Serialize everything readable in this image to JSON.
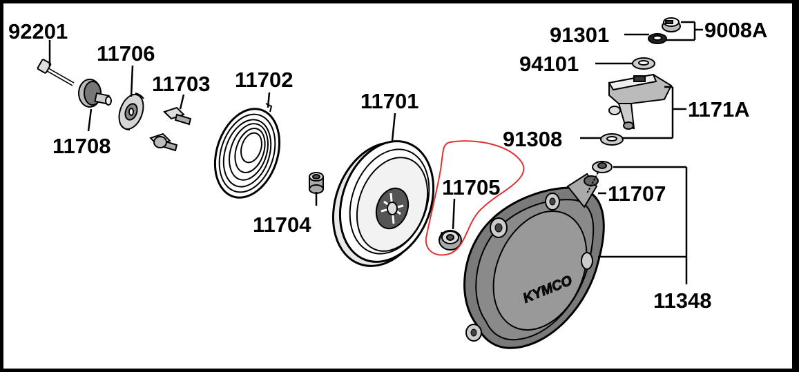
{
  "diagram": {
    "brand_logo": "KYMCO",
    "highlight_color": "#e03030",
    "part_labels": {
      "p92201": "92201",
      "p11706": "11706",
      "p11703": "11703",
      "p11702": "11702",
      "p11701": "11701",
      "p11708": "11708",
      "p11704": "11704",
      "p11705": "11705",
      "p91301": "91301",
      "p9008A": "9008A",
      "p94101": "94101",
      "p1171A": "1171A",
      "p91308": "91308",
      "p11707": "11707",
      "p11348": "11348"
    }
  }
}
